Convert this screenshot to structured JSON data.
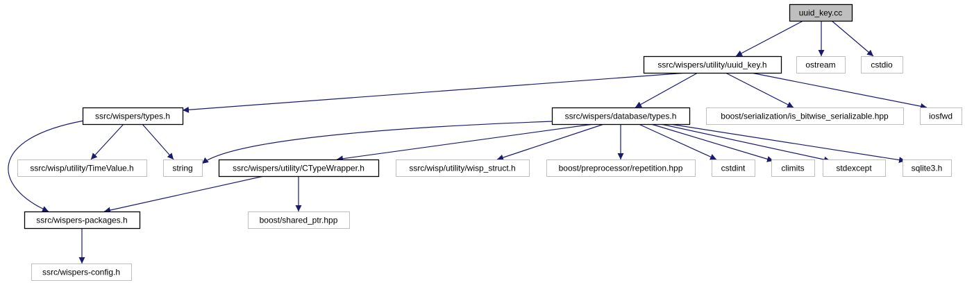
{
  "colors": {
    "edge": "#191970",
    "node_border_internal": "#000000",
    "node_border_external": "#bfbfbf",
    "node_fill_root": "#bfbfbf",
    "node_fill": "#ffffff"
  },
  "nodes": [
    {
      "id": "uuid_key_cc",
      "label": "uuid_key.cc",
      "kind": "root"
    },
    {
      "id": "uuid_key_h",
      "label": "ssrc/wispers/utility/uuid_key.h",
      "kind": "internal"
    },
    {
      "id": "ostream",
      "label": "ostream",
      "kind": "external"
    },
    {
      "id": "cstdio",
      "label": "cstdio",
      "kind": "external"
    },
    {
      "id": "wispers_types_h",
      "label": "ssrc/wispers/types.h",
      "kind": "internal"
    },
    {
      "id": "database_types_h",
      "label": "ssrc/wispers/database/types.h",
      "kind": "internal"
    },
    {
      "id": "is_bitwise",
      "label": "boost/serialization/is_bitwise_serializable.hpp",
      "kind": "external"
    },
    {
      "id": "iosfwd",
      "label": "iosfwd",
      "kind": "external"
    },
    {
      "id": "timevalue",
      "label": "ssrc/wisp/utility/TimeValue.h",
      "kind": "external"
    },
    {
      "id": "string",
      "label": "string",
      "kind": "external"
    },
    {
      "id": "ctypewrapper",
      "label": "ssrc/wispers/utility/CTypeWrapper.h",
      "kind": "internal"
    },
    {
      "id": "wisp_struct",
      "label": "ssrc/wisp/utility/wisp_struct.h",
      "kind": "external"
    },
    {
      "id": "repetition",
      "label": "boost/preprocessor/repetition.hpp",
      "kind": "external"
    },
    {
      "id": "cstdint",
      "label": "cstdint",
      "kind": "external"
    },
    {
      "id": "climits",
      "label": "climits",
      "kind": "external"
    },
    {
      "id": "stdexcept",
      "label": "stdexcept",
      "kind": "external"
    },
    {
      "id": "sqlite3",
      "label": "sqlite3.h",
      "kind": "external"
    },
    {
      "id": "packages",
      "label": "ssrc/wispers-packages.h",
      "kind": "internal"
    },
    {
      "id": "shared_ptr",
      "label": "boost/shared_ptr.hpp",
      "kind": "external"
    },
    {
      "id": "config",
      "label": "ssrc/wispers-config.h",
      "kind": "external"
    }
  ],
  "edges": [
    {
      "from": "uuid_key_cc",
      "to": "uuid_key_h"
    },
    {
      "from": "uuid_key_cc",
      "to": "ostream"
    },
    {
      "from": "uuid_key_cc",
      "to": "cstdio"
    },
    {
      "from": "uuid_key_h",
      "to": "wispers_types_h"
    },
    {
      "from": "uuid_key_h",
      "to": "database_types_h"
    },
    {
      "from": "uuid_key_h",
      "to": "is_bitwise"
    },
    {
      "from": "uuid_key_h",
      "to": "iosfwd"
    },
    {
      "from": "wispers_types_h",
      "to": "timevalue"
    },
    {
      "from": "wispers_types_h",
      "to": "string"
    },
    {
      "from": "wispers_types_h",
      "to": "packages"
    },
    {
      "from": "database_types_h",
      "to": "string"
    },
    {
      "from": "database_types_h",
      "to": "ctypewrapper"
    },
    {
      "from": "database_types_h",
      "to": "wisp_struct"
    },
    {
      "from": "database_types_h",
      "to": "repetition"
    },
    {
      "from": "database_types_h",
      "to": "cstdint"
    },
    {
      "from": "database_types_h",
      "to": "climits"
    },
    {
      "from": "database_types_h",
      "to": "stdexcept"
    },
    {
      "from": "database_types_h",
      "to": "sqlite3"
    },
    {
      "from": "ctypewrapper",
      "to": "packages"
    },
    {
      "from": "ctypewrapper",
      "to": "shared_ptr"
    },
    {
      "from": "packages",
      "to": "config"
    }
  ]
}
